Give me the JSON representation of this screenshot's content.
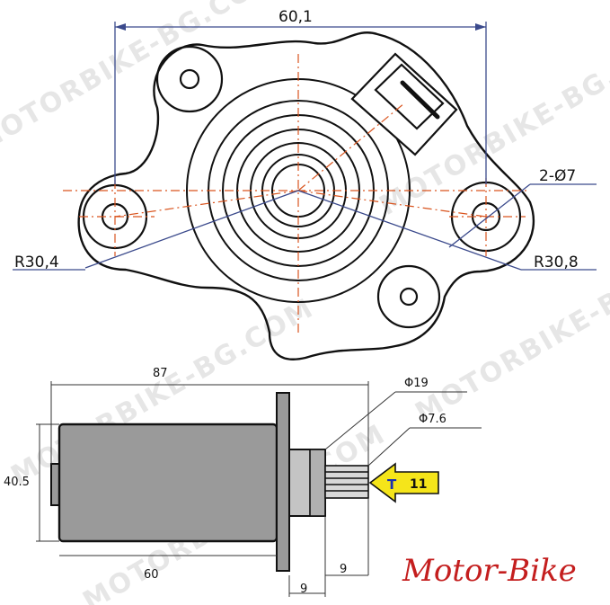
{
  "top_view": {
    "width_label": "60,1",
    "radius_left_label": "R30,4",
    "radius_right_label": "R30,8",
    "holes_label": "2-Ø7"
  },
  "side_view": {
    "overall_length_label": "87",
    "height_label": "40.5",
    "body_length_label": "60",
    "flange_to_shaft_label": "9",
    "flange_width_label": "9",
    "hub_diameter_label": "Φ19",
    "shaft_diameter_label": "Φ7.6",
    "teeth_count_label": "11",
    "teeth_prefix_label": "T"
  },
  "brand_label": "Motor-Bike",
  "watermark_text": "MOTORBIKE-BG.COM",
  "colors": {
    "body_gray": "#9a9a9a",
    "centerline": "#d9541e",
    "dimension": "#3b4a8c",
    "arrow_fill": "#f5e51a",
    "arrow_text": "#1a2fb0",
    "brand": "#c41e1e"
  }
}
